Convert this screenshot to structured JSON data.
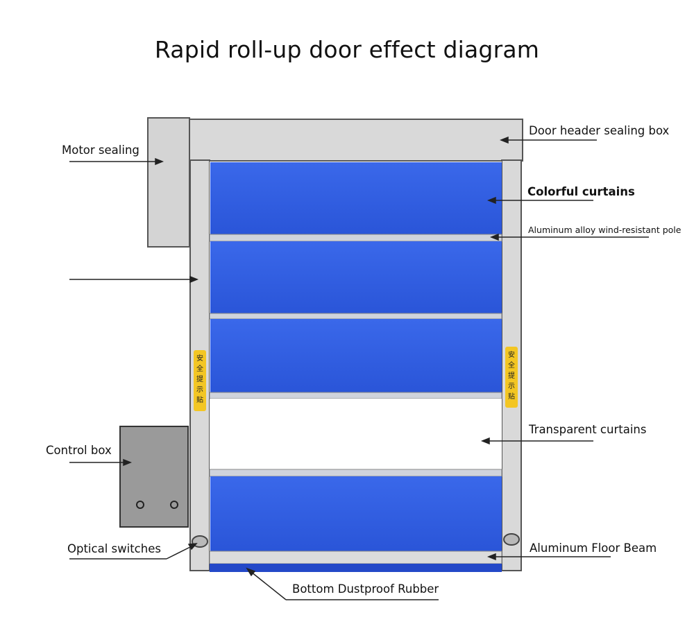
{
  "title": "Rapid roll-up door effect diagram",
  "labels": {
    "motor_sealing": "Motor sealing",
    "door_header": "Door header sealing box",
    "colorful_curtains": "Colorful curtains",
    "wind_pole": "Aluminum alloy wind-resistant pole",
    "transparent_curtains": "Transparent curtains",
    "control_box": "Control box",
    "optical_switches": "Optical switches",
    "floor_beam": "Aluminum Floor Beam",
    "dustproof_rubber": "Bottom Dustproof Rubber"
  },
  "safety_sticker_text": "安全提示贴",
  "colors": {
    "frame": "#d9d9d9",
    "frame_stroke": "#555555",
    "curtain_blue": "#2f5fe0",
    "curtain_blue_dark": "#1e45c0",
    "sticker": "#f3c623",
    "control_box": "#999999"
  }
}
